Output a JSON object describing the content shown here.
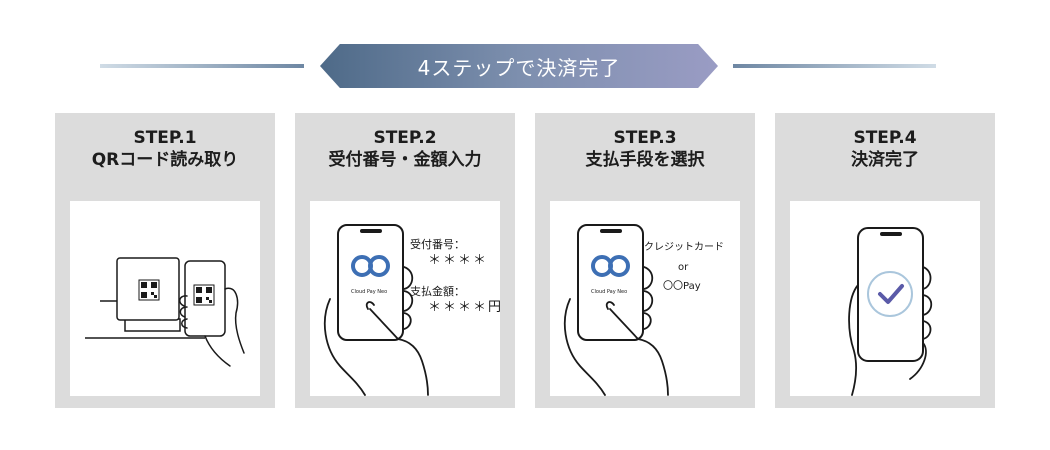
{
  "banner": {
    "title": "4ステップで決済完了"
  },
  "steps": [
    {
      "step": "STEP.1",
      "label": "QRコード読み取り"
    },
    {
      "step": "STEP.2",
      "label": "受付番号・金額入力",
      "screen_logo": "Cloud Pay Neo",
      "reception_label": "受付番号：",
      "reception_value": "＊＊＊＊",
      "amount_label": "支払金額：",
      "amount_value": "＊＊＊＊円"
    },
    {
      "step": "STEP.3",
      "label": "支払手段を選択",
      "screen_logo": "Cloud Pay Neo",
      "option1": "クレジットカード",
      "or": "or",
      "option2": "〇〇Pay"
    },
    {
      "step": "STEP.4",
      "label": "決済完了"
    }
  ],
  "colors": {
    "banner_start": "#4e6a88",
    "banner_end": "#9a9cc4",
    "card_bg": "#dcdcdc",
    "logo_blue": "#3d6fb4",
    "check_purple": "#5a5aa8"
  }
}
